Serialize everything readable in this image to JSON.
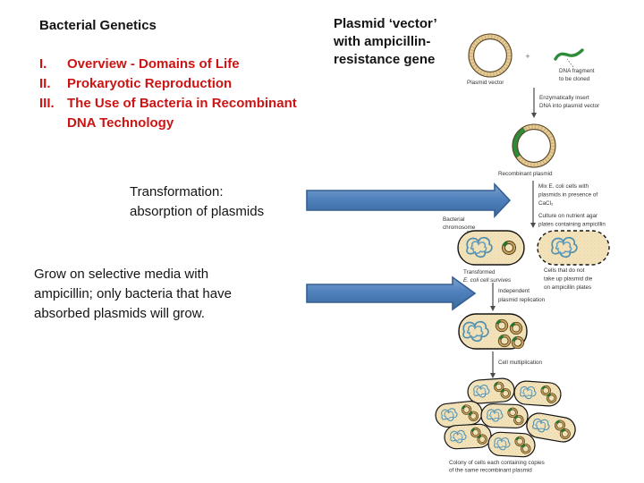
{
  "colors": {
    "red_text": "#cc1414",
    "black_text": "#141414",
    "arrow_fill": "#4f81bd",
    "arrow_border": "#365f91",
    "cell_fill": "#f3e4bd",
    "cell_outline": "#141414",
    "plasmid_tan": "#e5cb96",
    "plasmid_outline": "#55401f",
    "dna_green": "#2e8b3a",
    "chromosome_blue": "#4e8fb0",
    "diagram_text": "#333333"
  },
  "slide": {
    "title": "Bacterial Genetics",
    "outline": [
      {
        "numeral": "I.",
        "text": "Overview - Domains of Life"
      },
      {
        "numeral": "II.",
        "text": "Prokaryotic Reproduction"
      },
      {
        "numeral": "III.",
        "text": "The Use of Bacteria in Recombinant DNA Technology"
      }
    ],
    "plasmid_caption": {
      "line1": "Plasmid ‘vector’",
      "line2": "with ampicillin-",
      "line3": "resistance gene"
    },
    "transformation_note": {
      "line1": "Transformation:",
      "line2": "absorption of plasmids"
    },
    "growth_note": {
      "line1": "Grow on selective media with",
      "line2": "ampicillin; only bacteria that have",
      "line3": "absorbed plasmids will grow."
    }
  },
  "diagram": {
    "plasmid_vector_label": "Plasmid vector",
    "plus_sign": "+",
    "dna_fragment_label": {
      "line1": "DNA fragment",
      "line2": "to be cloned"
    },
    "insert_step": {
      "line1": "Enzymatically insert",
      "line2": "DNA into plasmid vector"
    },
    "recombinant_label": "Recombinant plasmid",
    "mix_step": {
      "line1": "Mix E. coli cells with",
      "line2": "plasmids in presence of",
      "line3": "CaCl₂"
    },
    "culture_step": {
      "line1": "Culture on nutrient agar",
      "line2": "plates containing ampicillin"
    },
    "bacterial_chromosome_label": {
      "line1": "Bacterial",
      "line2": "chromosome"
    },
    "transformed_label": {
      "line1": "Transformed",
      "line2": "E. coli cell survives"
    },
    "cells_die_label": {
      "line1": "Cells that do not",
      "line2": "take up plasmid die",
      "line3": "on ampicillin plates"
    },
    "replication_step": {
      "line1": "Independent",
      "line2": "plasmid replication"
    },
    "multiplication_step": "Cell multiplication",
    "colony_caption": {
      "line1": "Colony of cells each containing copies",
      "line2": "of the same recombinant plasmid"
    }
  }
}
